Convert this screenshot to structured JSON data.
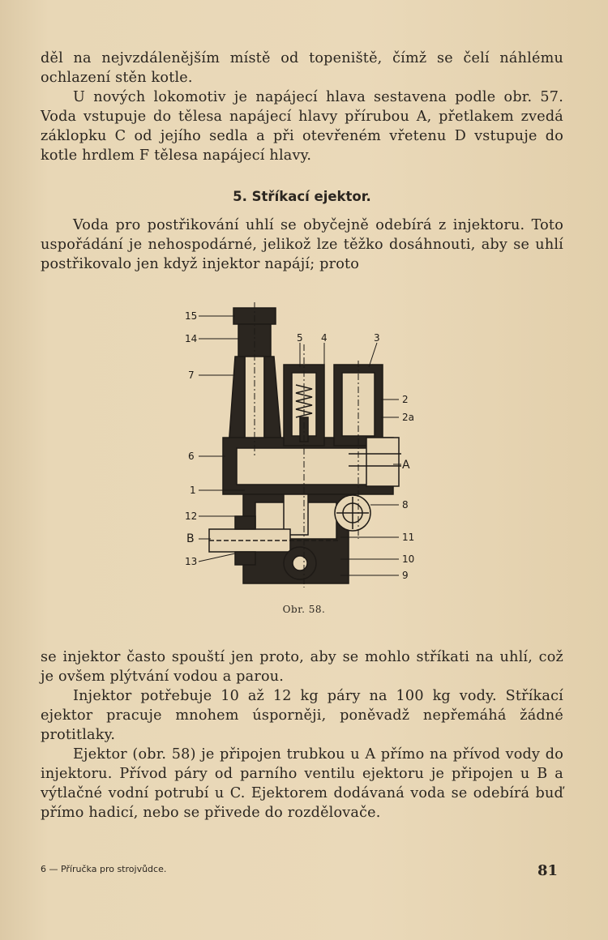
{
  "block1": {
    "lines": [
      "děl na nejvzdálenějším místě od topeniště, čímž se čelí náhlému ochlazení stěn kotle.",
      "U nových lokomotiv je napájecí hlava sestavena podle obr. 57. Voda vstupuje do tělesa napájecí hlavy přírubou A, přetlakem zvedá záklopku C od jejího sedla a při otevřeném vřetenu D vstupuje do kotle hrdlem F tělesa napájecí hlavy."
    ]
  },
  "section": {
    "heading": "5. Stříkací ejektor."
  },
  "block2": {
    "text": "Voda pro postřikování uhlí se obyčejně odebírá z injektoru. Toto uspořádání je nehospodárné, jelikož lze těžko dosáhnouti, aby se uhlí postřikovalo jen když injektor napájí; proto"
  },
  "figure": {
    "caption": "Obr. 58.",
    "labels": {
      "l15": "15",
      "l14": "14",
      "l7": "7",
      "l6": "6",
      "l1": "1",
      "l12": "12",
      "lB": "B",
      "l13": "13",
      "l5": "5",
      "l4": "4",
      "l3": "3",
      "l2": "2",
      "l2a": "2a",
      "lA": "A",
      "l8": "8",
      "l11": "11",
      "l10": "10",
      "l9": "9"
    }
  },
  "block3": {
    "p1": "se injektor často spouští jen proto, aby se mohlo stříkati na uhlí, což je ovšem plýtvání vodou a parou.",
    "p2": "Injektor potřebuje 10 až 12 kg páry na 100 kg vody. Stříkací ejektor pracuje mnohem úsporněji, poněvadž nepřemáhá žádné protitlaky.",
    "p3": "Ejektor (obr. 58) je připojen trubkou u A přímo na přívod vody do injektoru. Přívod páry od parního ventilu ejektoru je připojen u B a výtlačné vodní potrubí u C. Ejektorem dodávaná voda se odebírá buď přímo hadicí, nebo se přivede do rozdělovače."
  },
  "footer": {
    "left": "6 — Příručka pro strojvůdce.",
    "page_number": "81"
  }
}
